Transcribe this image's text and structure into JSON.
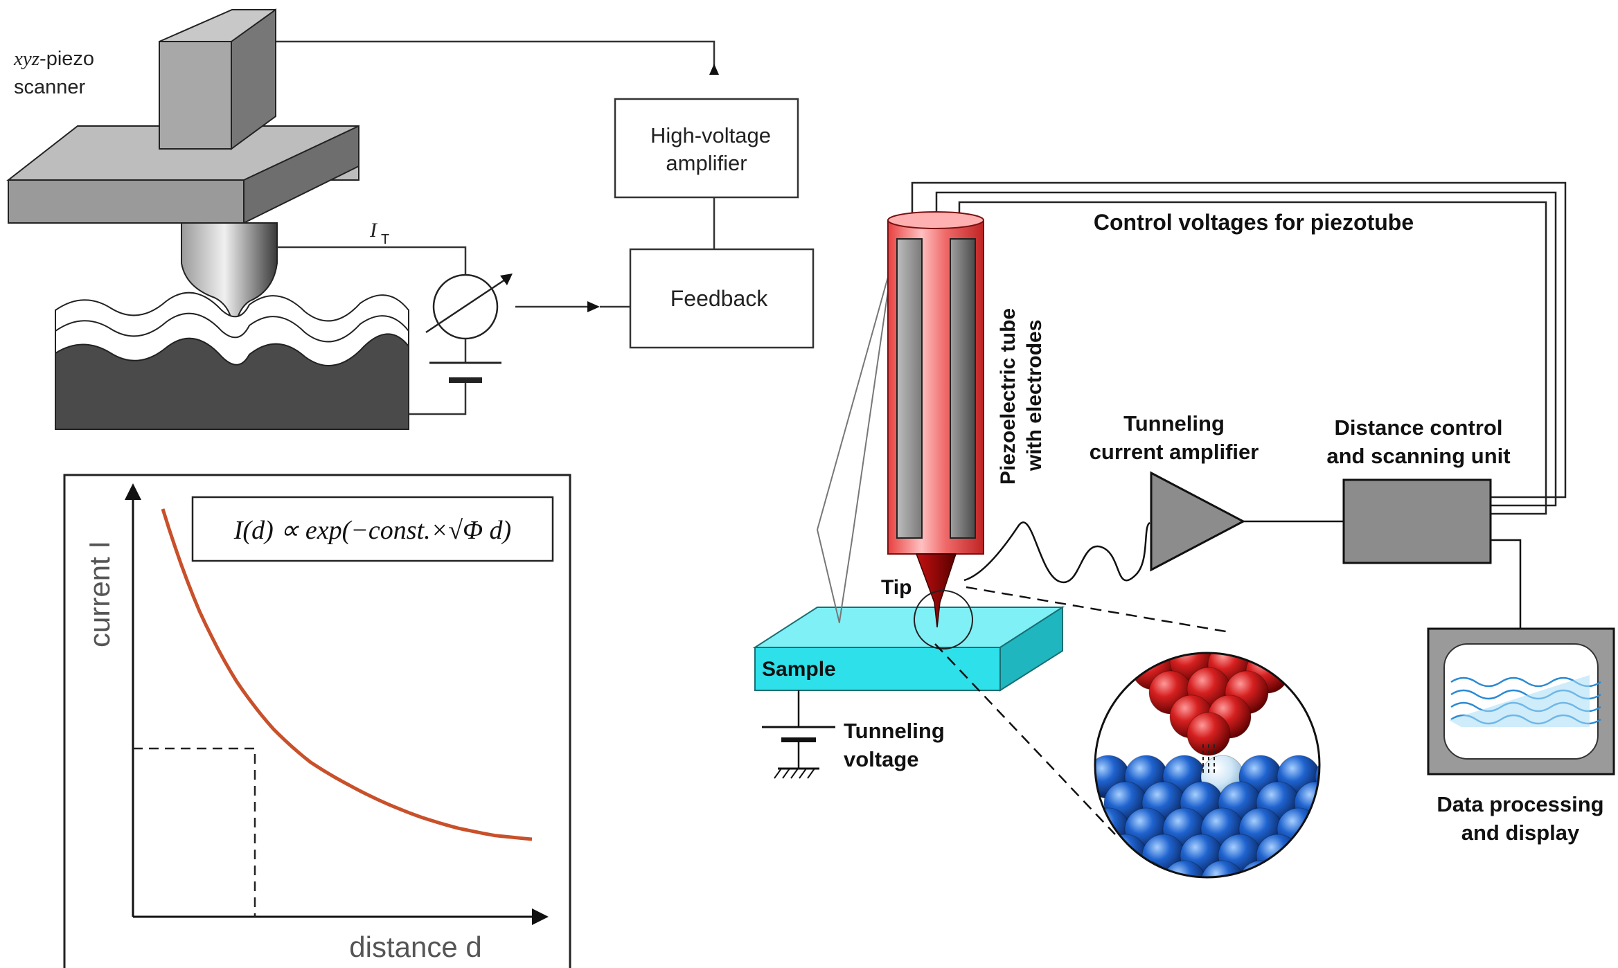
{
  "colors": {
    "piezo_red": "#f25a5a",
    "tip_dark_red": "#8b0000",
    "sample_cyan": "#33e6ee",
    "atom_red": "#cc1f1f",
    "atom_blue": "#1f5fcc",
    "curve_orange": "#c8502a",
    "dark_gray": "#555555",
    "gray": "#999999"
  },
  "panel_a": {
    "scanner_label_italic": "xyz",
    "scanner_label_rest": "-piezo",
    "scanner_label_line2": "scanner",
    "current_symbol": "I",
    "current_subscript": "T",
    "hv_amp_line1": "High-voltage",
    "hv_amp_line2": "amplifier",
    "feedback": "Feedback"
  },
  "panel_b": {
    "formula": "I(d) ∝ exp(−const.×√Φ d)",
    "ylabel": "current I",
    "xlabel": "distance d"
  },
  "panel_c": {
    "control_voltages": "Control voltages for piezotube",
    "piezo_label_line1": "Piezoelectric tube",
    "piezo_label_line2": "with electrodes",
    "amp_line1": "Tunneling",
    "amp_line2": "current amplifier",
    "dist_line1": "Distance control",
    "dist_line2": "and scanning unit",
    "tip": "Tip",
    "sample": "Sample",
    "tunnel_voltage_line1": "Tunneling",
    "tunnel_voltage_line2": "voltage",
    "data_line1": "Data processing",
    "data_line2": "and display"
  },
  "chart_data": {
    "type": "line",
    "xlabel": "distance d",
    "ylabel": "current I",
    "annotation": "I(d) ∝ exp(−const.×√Φ d)",
    "grid": false,
    "series": [
      {
        "x": [
          0,
          0.1,
          0.2,
          0.3,
          0.4,
          0.5,
          0.6,
          0.7,
          0.8,
          0.9,
          1.0
        ],
        "y": [
          1.0,
          0.72,
          0.53,
          0.4,
          0.31,
          0.25,
          0.2,
          0.16,
          0.13,
          0.11,
          0.1
        ]
      }
    ]
  }
}
